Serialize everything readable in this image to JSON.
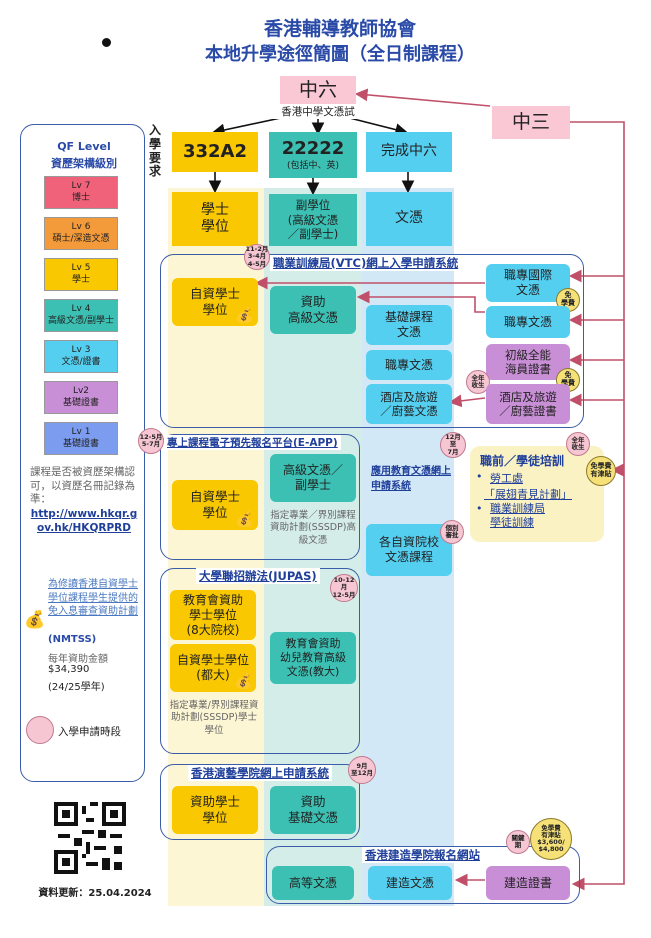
{
  "header": {
    "title": "香港輔導教師協會",
    "subtitle": "本地升學途徑簡圖（全日制課程）"
  },
  "top": {
    "s6": "中六",
    "hkdse": "香港中學文憑試",
    "s3": "中三",
    "requirement": "入學要求"
  },
  "requirements": {
    "r1": "332A2",
    "r2": "22222",
    "r2_note": "(包括中、英)",
    "r3": "完成中六"
  },
  "outcomes": {
    "degree": "學士\n學位",
    "sub_degree": "副學位\n(高級文憑\n／副學士)",
    "diploma": "文憑"
  },
  "legend": {
    "title1": "QF Level",
    "title2": "資歷架構級別",
    "levels": [
      {
        "lv": "Lv 7",
        "name": "博士",
        "color": "#f0627a"
      },
      {
        "lv": "Lv 6",
        "name": "碩士/深造文憑",
        "color": "#f39a3a"
      },
      {
        "lv": "Lv 5",
        "name": "學士",
        "color": "#f9c800"
      },
      {
        "lv": "Lv 4",
        "name": "高級文憑/副學士",
        "color": "#3cc0b3"
      },
      {
        "lv": "Lv 3",
        "name": "文憑/證書",
        "color": "#55cff0"
      },
      {
        "lv": "Lv2",
        "name": "基礎證書",
        "color": "#c98fd6"
      },
      {
        "lv": "Lv 1",
        "name": "基礎證書",
        "color": "#7c9cf0"
      }
    ],
    "note1": "課程是否被資歷架構認可，以資歷名冊記錄為準：",
    "note_link": "http://www.hkqr.gov.hk/HKQRPRD",
    "nmtss_link": "為修讀香港自資學士學位課程學生提供的免入息審查資助計劃",
    "nmtss_abbr": "(NMTSS)",
    "nmtss_amount_label": "每年資助金額",
    "nmtss_amount": "$34,390",
    "nmtss_year": "(24/25學年)",
    "period_label": "入學申請時段"
  },
  "vtc": {
    "title": "職業訓練局(VTC)網上入學申請系統",
    "period": "11-2月\n3-4月\n4-5月",
    "self_financed_degree": "自資學士\n學位",
    "funded_hd": "資助\n高級文憑",
    "foundation_diploma": "基礎課程\n文憑",
    "vocational_diploma": "職專文憑",
    "hospitality_diploma": "酒店及旅遊\n／廚藝文憑",
    "intl_diploma": "職專國際\n文憑",
    "vocational_diploma2": "職專文憑",
    "seafarer_cert": "初級全能\n海員證書",
    "hospitality_cert": "酒店及旅遊\n／廚藝證書",
    "free1": "免\n學費",
    "free2": "免\n學費",
    "age_note": "全年\n收生"
  },
  "eapp": {
    "title": "專上課程電子預先報名平台(E-APP)",
    "period": "12-5月\n5-7月",
    "degree": "自資學士\n學位",
    "hd": "高級文憑／\n副學士",
    "sssdp": "指定專業／界別課程資助計劃(SSSDP)高級文憑"
  },
  "edu_diploma": {
    "title": "應用教育文憑網上申請系統",
    "period": "12月\n至\n7月",
    "self_diploma": "各自資院校\n文憑課程",
    "separate": "個別\n審批"
  },
  "jupas": {
    "title": "大學聯招辦法(JUPAS)",
    "period": "10-12月\n12-5月",
    "ugc_degree": "教育會資助\n學士學位\n(8大院校)",
    "self_degree": "自資學士學位\n(都大)",
    "sssdp": "指定專業/界別課程資助計劃(SSSDP)學士學位",
    "ugc_hd": "教育會資助\n幼兒教育高級\n文憑(教大)"
  },
  "apa": {
    "title": "香港演藝學院網上申請系統",
    "period": "9月\n至12月",
    "degree": "資助學士\n學位",
    "foundation": "資助\n基礎文憑"
  },
  "cic": {
    "title": "香港建造學院報名網站",
    "period": "關鍵\n期",
    "hd": "高等文憑",
    "diploma": "建造文憑",
    "cert": "建造證書",
    "allowance": "免學費\n有津貼\n$3,600/\n$4,800"
  },
  "training": {
    "title": "職前／學徒培訓",
    "item1": "勞工處",
    "item1b": "「展翅青見計劃」",
    "item2": "職業訓練局\n學徒訓練",
    "badge": "免學費\n有津貼",
    "age": "全年\n收生"
  },
  "footer": {
    "updated": "資料更新：25.04.2024"
  },
  "icons": {
    "money": "money-bag-icon",
    "qr": "qr-code-icon"
  }
}
